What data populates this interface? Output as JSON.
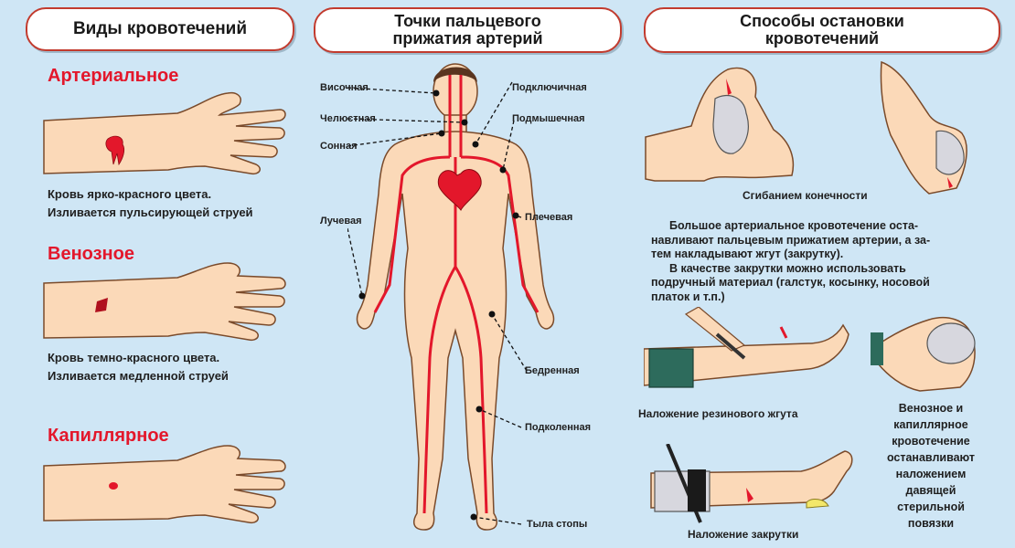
{
  "headers": {
    "types": "Виды кровотечений",
    "points_line1": "Точки пальцевого",
    "points_line2": "прижатия артерий",
    "methods_line1": "Способы остановки",
    "methods_line2": "кровотечений"
  },
  "types": [
    {
      "title": "Артериальное",
      "desc1": "Кровь ярко-красного цвета.",
      "desc2": "Изливается пульсирующей струей"
    },
    {
      "title": "Венозное",
      "desc1": "Кровь темно-красного цвета.",
      "desc2": "Изливается медленной струей"
    },
    {
      "title": "Капиллярное"
    }
  ],
  "points": {
    "temporal": "Височная",
    "jaw": "Челюстная",
    "carotid": "Сонная",
    "radial": "Лучевая",
    "subclavian": "Подключичная",
    "axillary": "Подмышечная",
    "brachial": "Плечевая",
    "femoral": "Бедренная",
    "popliteal": "Подколенная",
    "foot": "Тыла стопы"
  },
  "methods": {
    "flexion_caption": "Сгибанием конечности",
    "para_lines": [
      "Большое артериальное кровотечение оста-",
      "навливают пальцевым прижатием артерии, а за-",
      "тем накладывают жгут (закрутку).",
      "В качестве закрутки можно использовать",
      "подручный материал (галстук, косынку, носовой",
      "платок и т.п.)"
    ],
    "tourniquet_caption": "Наложение резинового жгута",
    "twist_caption": "Наложение закрутки",
    "venous_lines": [
      "Венозное и",
      "капиллярное",
      "кровотечение",
      "останавливают",
      "наложением",
      "давящей",
      "стерильной",
      "повязки"
    ]
  },
  "colors": {
    "accent": "#e3172b",
    "background": "#cfe6f5",
    "skin": "#fbd9b8"
  }
}
